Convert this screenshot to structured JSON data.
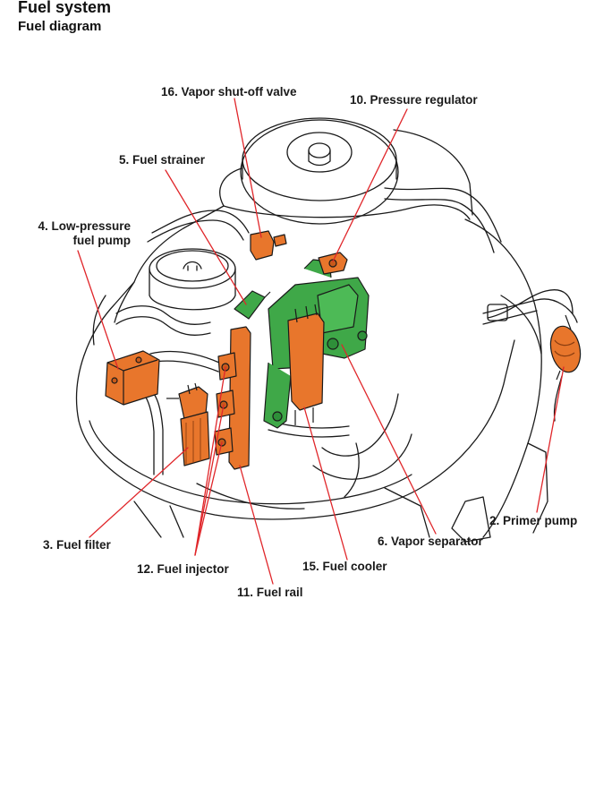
{
  "header": {
    "title": "Fuel system",
    "subtitle": "Fuel diagram"
  },
  "diagram": {
    "subject": "outboard-engine-fuel-system",
    "highlight_colors": {
      "fuel_component": "#E8762C",
      "vapor_component": "#3FA848",
      "leader_line": "#E0262A",
      "line_art": "#1a1a1a"
    },
    "callouts": [
      {
        "id": "vapor-shutoff-valve",
        "text": "16. Vapor shut-off valve"
      },
      {
        "id": "pressure-regulator",
        "text": "10. Pressure regulator"
      },
      {
        "id": "fuel-strainer",
        "text": "5. Fuel strainer"
      },
      {
        "id": "low-pressure-fuel-pump",
        "text": "4. Low-pressure\nfuel pump"
      },
      {
        "id": "primer-pump",
        "text": "2. Primer pump"
      },
      {
        "id": "vapor-separator",
        "text": "6. Vapor separator"
      },
      {
        "id": "fuel-filter",
        "text": "3. Fuel filter"
      },
      {
        "id": "fuel-injector",
        "text": "12. Fuel injector"
      },
      {
        "id": "fuel-cooler",
        "text": "15. Fuel cooler"
      },
      {
        "id": "fuel-rail",
        "text": "11. Fuel rail"
      }
    ]
  }
}
